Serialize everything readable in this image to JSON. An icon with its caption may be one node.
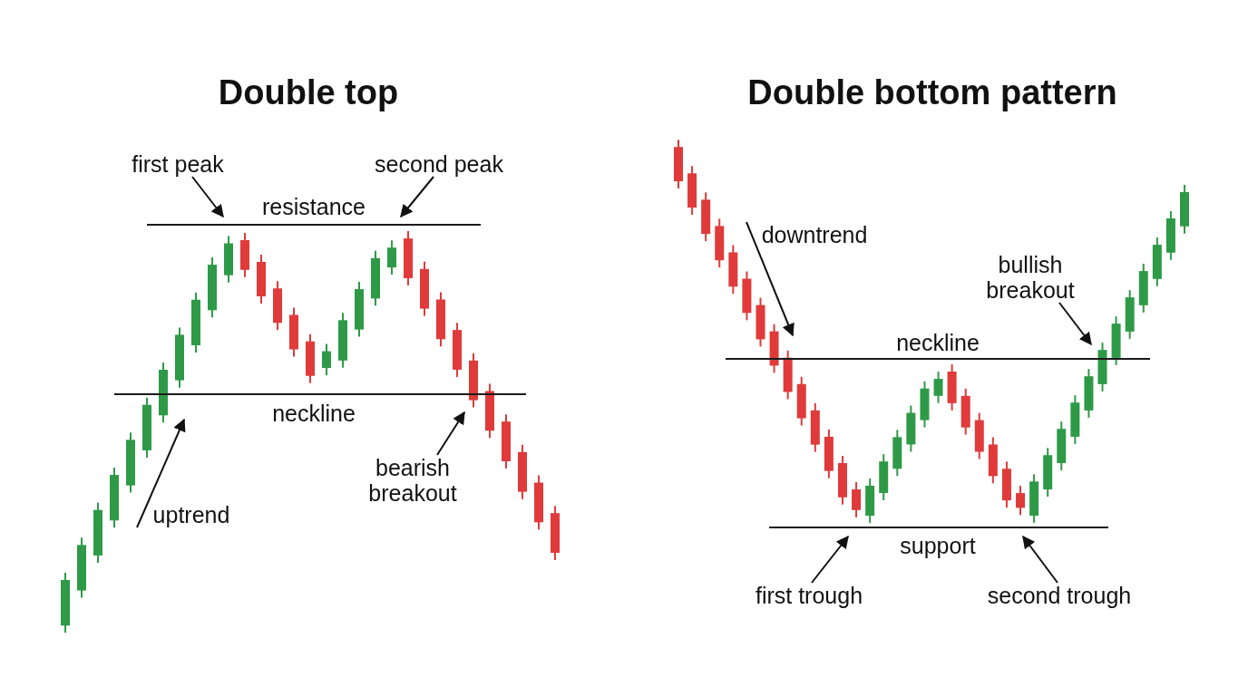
{
  "diagram": {
    "nodes": [
      {
        "text": [
          "first peak"
        ]
      },
      {
        "text": [
          "second peak"
        ]
      },
      {
        "text": [
          "uptrend"
        ]
      },
      {
        "text": [
          "bearish breakout"
        ]
      },
      {
        "text": [
          "downtrend"
        ]
      },
      {
        "text": [
          "bullish breakout"
        ]
      },
      {
        "text": [
          "first trough"
        ]
      },
      {
        "text": [
          "second trough"
        ]
      }
    ],
    "edges": [
      {
        "from": 0,
        "to": null,
        "arrow": "to"
      },
      {
        "from": 1,
        "to": null,
        "arrow": "to"
      },
      {
        "from": 2,
        "to": null,
        "arrow": "to"
      },
      {
        "from": 3,
        "to": null,
        "arrow": "to"
      },
      {
        "from": 4,
        "to": null,
        "arrow": "to"
      },
      {
        "from": 5,
        "to": null,
        "arrow": "to"
      },
      {
        "from": 6,
        "to": null,
        "arrow": "to"
      },
      {
        "from": 7,
        "to": null,
        "arrow": "to"
      }
    ],
    "labels": [
      "Double top",
      "Double bottom pattern",
      "resistance",
      "neckline",
      "neckline",
      "support"
    ]
  }
}
